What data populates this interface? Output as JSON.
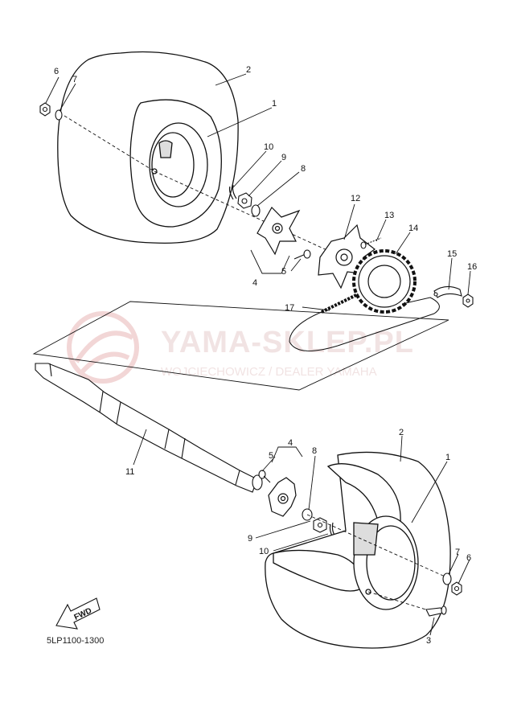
{
  "watermark": {
    "title": "YAMA-SKLEP.PL",
    "subtitle": "WOJCIECHOWICZ / DEALER YAMAHA"
  },
  "diagram_code": "5LP1100-1300",
  "fwd_label": "FWD",
  "callouts": [
    {
      "id": "c6a",
      "text": "6"
    },
    {
      "id": "c7a",
      "text": "7"
    },
    {
      "id": "c2a",
      "text": "2"
    },
    {
      "id": "c1a",
      "text": "1"
    },
    {
      "id": "c10a",
      "text": "10"
    },
    {
      "id": "c9a",
      "text": "9"
    },
    {
      "id": "c8a",
      "text": "8"
    },
    {
      "id": "c12",
      "text": "12"
    },
    {
      "id": "c13",
      "text": "13"
    },
    {
      "id": "c14",
      "text": "14"
    },
    {
      "id": "c15",
      "text": "15"
    },
    {
      "id": "c16",
      "text": "16"
    },
    {
      "id": "c5a",
      "text": "5"
    },
    {
      "id": "c4a",
      "text": "4"
    },
    {
      "id": "c17",
      "text": "17"
    },
    {
      "id": "c11",
      "text": "11"
    },
    {
      "id": "c4b",
      "text": "4"
    },
    {
      "id": "c5b",
      "text": "5"
    },
    {
      "id": "c8b",
      "text": "8"
    },
    {
      "id": "c2b",
      "text": "2"
    },
    {
      "id": "c1b",
      "text": "1"
    },
    {
      "id": "c9b",
      "text": "9"
    },
    {
      "id": "c10b",
      "text": "10"
    },
    {
      "id": "c7b",
      "text": "7"
    },
    {
      "id": "c6b",
      "text": "6"
    },
    {
      "id": "c3",
      "text": "3"
    }
  ]
}
